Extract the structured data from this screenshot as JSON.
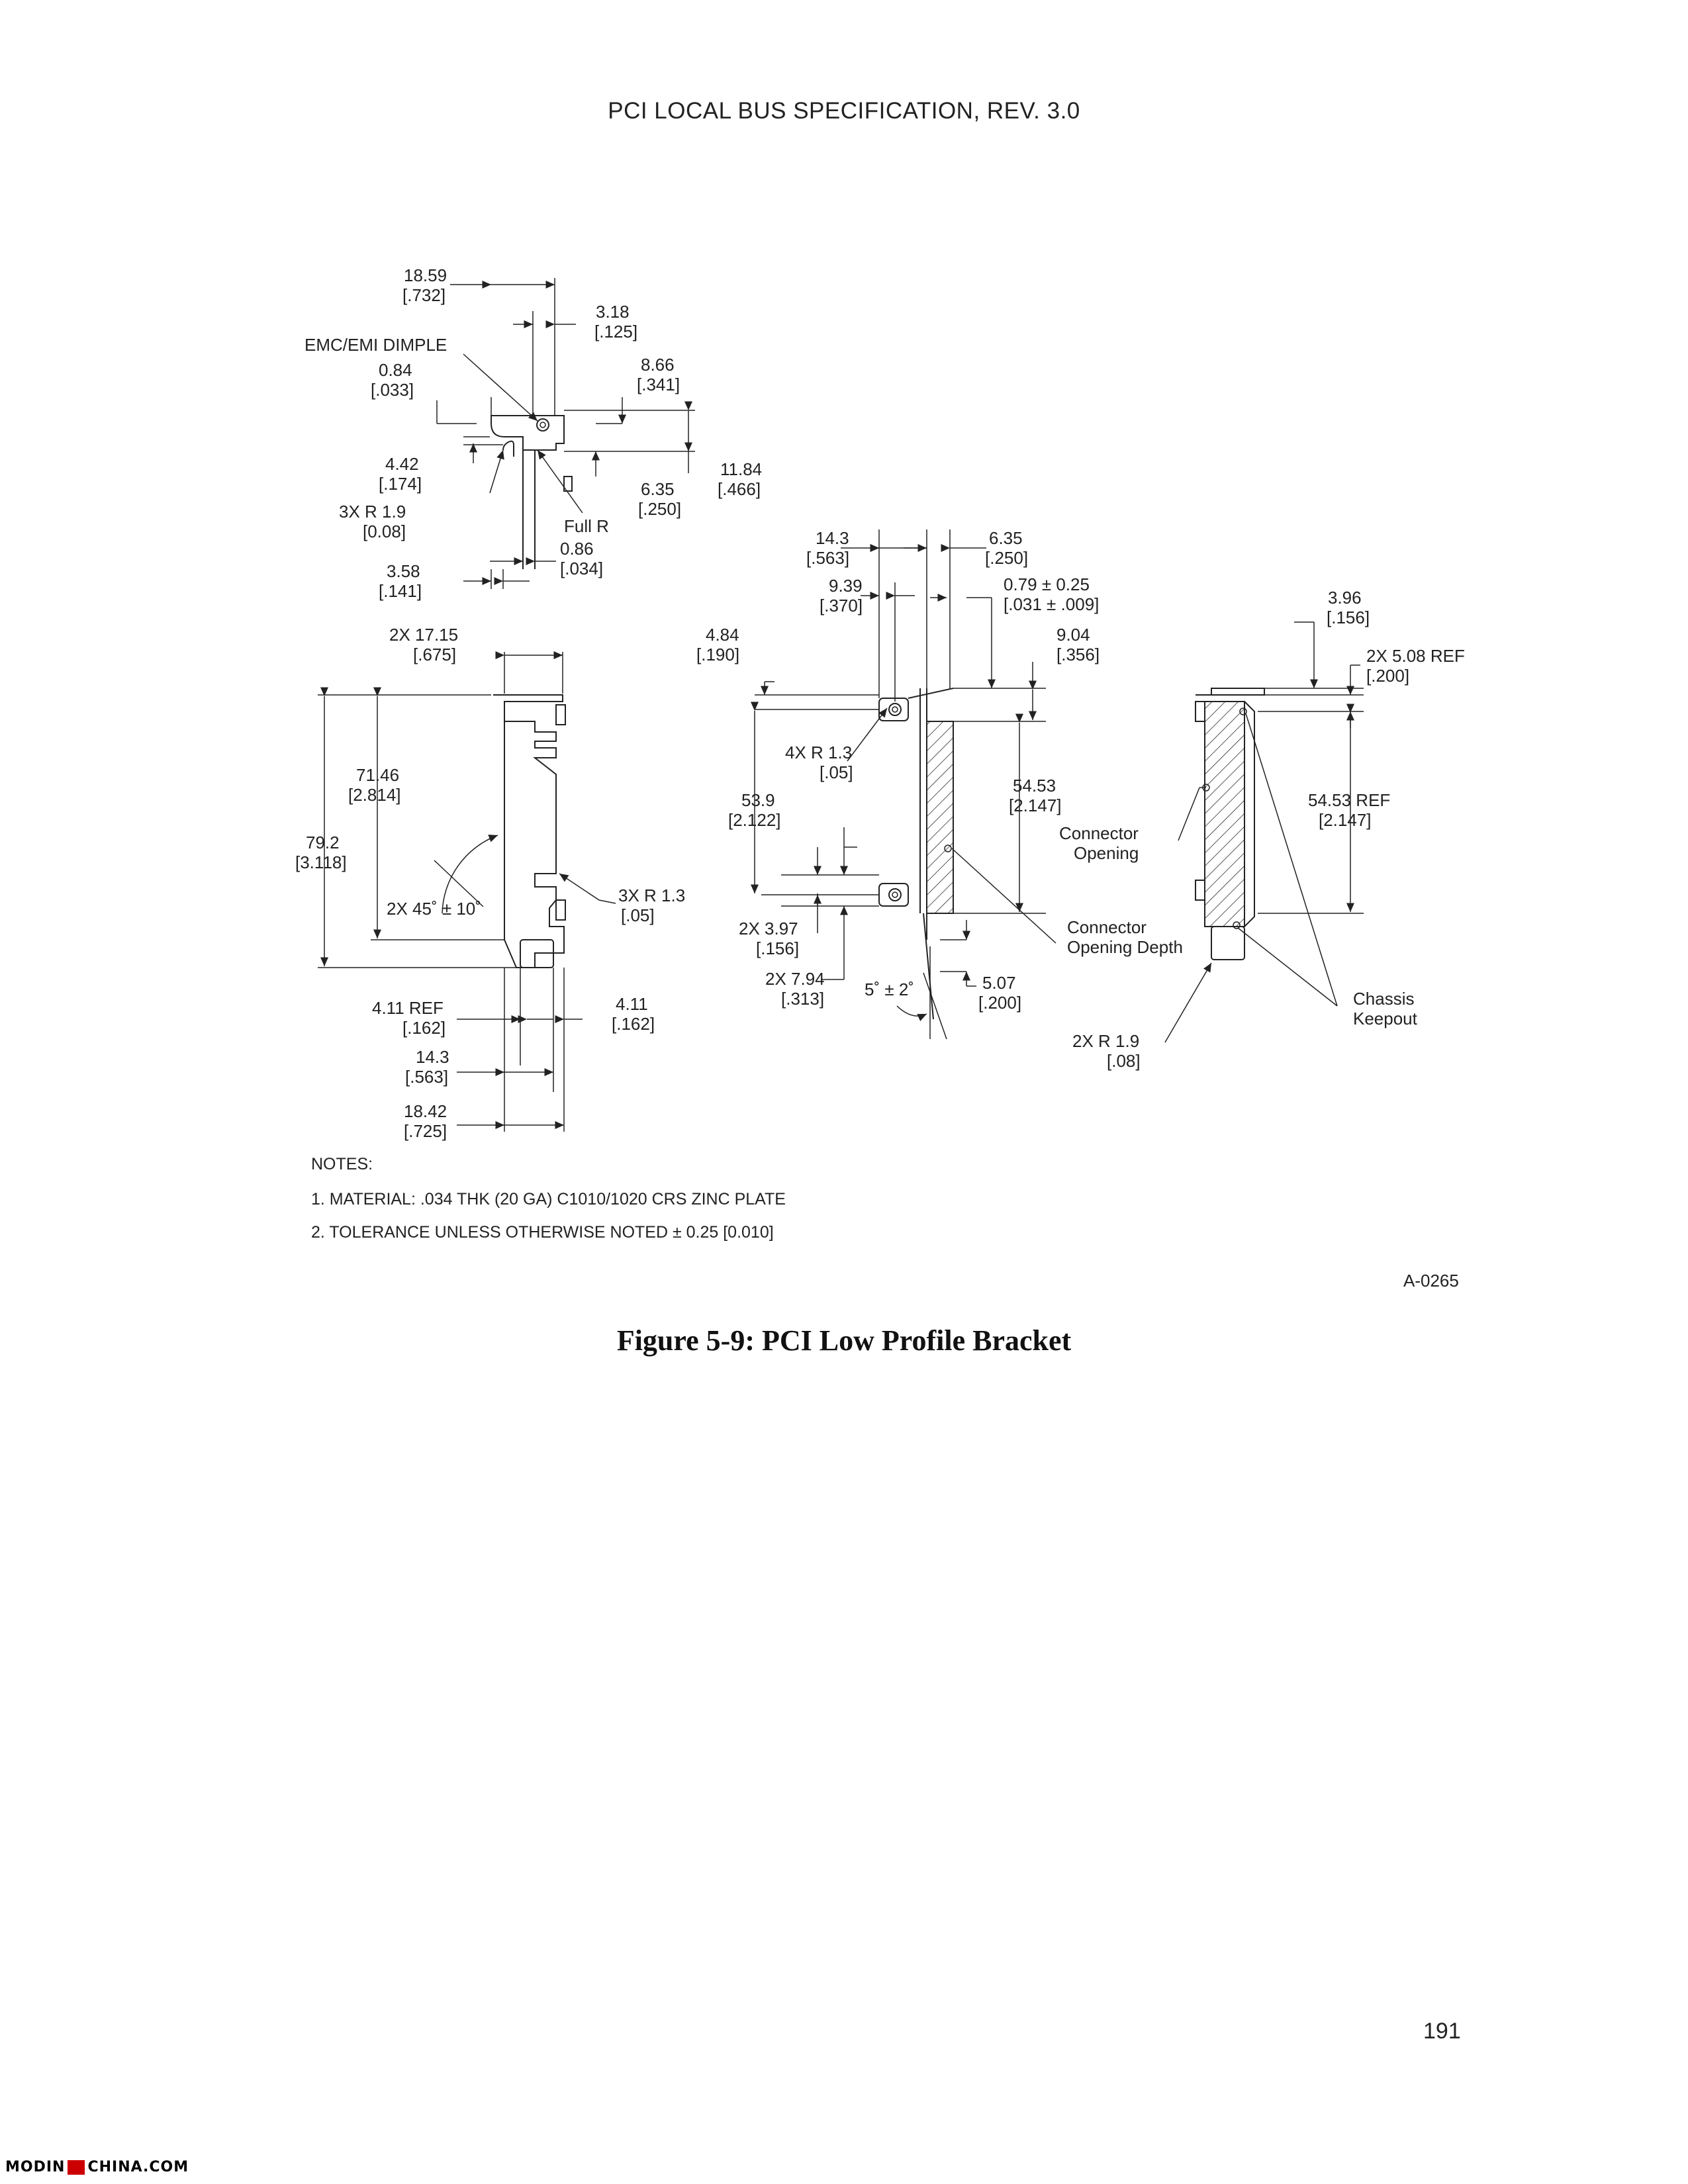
{
  "header": {
    "title": "PCI LOCAL BUS SPECIFICATION, REV. 3.0"
  },
  "figure": {
    "caption": "Figure 5-9:  PCI Low Profile Bracket",
    "id": "A-0265",
    "notes": {
      "heading": "NOTES:",
      "items": [
        "1.  MATERIAL: .034 THK (20 GA) C1010/1020 CRS  ZINC PLATE",
        "2.  TOLERANCE UNLESS OTHERWISE NOTED ± 0.25 [0.010]"
      ]
    },
    "top_view": {
      "d1859": "18.59",
      "d1859i": "[.732]",
      "d318": "3.18",
      "d318i": "[.125]",
      "dimple": "EMC/EMI DIMPLE",
      "d866": "8.66",
      "d866i": "[.341]",
      "d084": "0.84",
      "d084i": "[.033]",
      "d1184": "11.84",
      "d1184i": "[.466]",
      "d442": "4.42",
      "d442i": "[.174]",
      "d635": "6.35",
      "d635i": "[.250]",
      "r19": "3X R 1.9",
      "r19i": "[0.08]",
      "fullr": "Full R",
      "d086": "0.86",
      "d086i": "[.034]",
      "d358": "3.58",
      "d358i": "[.141]"
    },
    "left_view": {
      "d1715": "2X 17.15",
      "d1715i": "[.675]",
      "d7146": "71.46",
      "d7146i": "[2.814]",
      "d792": "79.2",
      "d792i": "[3.118]",
      "angle": "2X 45˚ ± 10˚",
      "r13": "3X R 1.3",
      "r13i": "[.05]",
      "d411ref": "4.11 REF",
      "d411refi": "[.162]",
      "d411": "4.11",
      "d411i": "[.162]",
      "d143": "14.3",
      "d143i": "[.563]",
      "d1842": "18.42",
      "d1842i": "[.725]"
    },
    "middle_view": {
      "d143": "14.3",
      "d143i": "[.563]",
      "d635": "6.35",
      "d635i": "[.250]",
      "d939": "9.39",
      "d939i": "[.370]",
      "d079": "0.79 ± 0.25",
      "d079i": "[.031 ± .009]",
      "d484": "4.84",
      "d484i": "[.190]",
      "d904": "9.04",
      "d904i": "[.356]",
      "r13": "4X R 1.3",
      "r13i": "[.05]",
      "d539": "53.9",
      "d539i": "[2.122]",
      "d5453": "54.53",
      "d5453i": "[2.147]",
      "opening": "Connector",
      "opening2": "Opening",
      "d397": "2X 3.97",
      "d397i": "[.156]",
      "depth": "Connector",
      "depth2": "Opening Depth",
      "d794": "2X 7.94",
      "d794i": "[.313]",
      "angle": "5˚ ± 2˚",
      "d507": "5.07",
      "d507i": "[.200]"
    },
    "right_view": {
      "d396": "3.96",
      "d396i": "[.156]",
      "d508": "2X 5.08 REF",
      "d508i": "[.200]",
      "d5453": "54.53 REF",
      "d5453i": "[2.147]",
      "chassis": "Chassis",
      "chassis2": "Keepout",
      "r19": "2X R 1.9",
      "r19i": "[.08]"
    }
  },
  "page_number": "191",
  "watermark": {
    "left": "MODIN",
    "right": "CHINA.COM"
  }
}
